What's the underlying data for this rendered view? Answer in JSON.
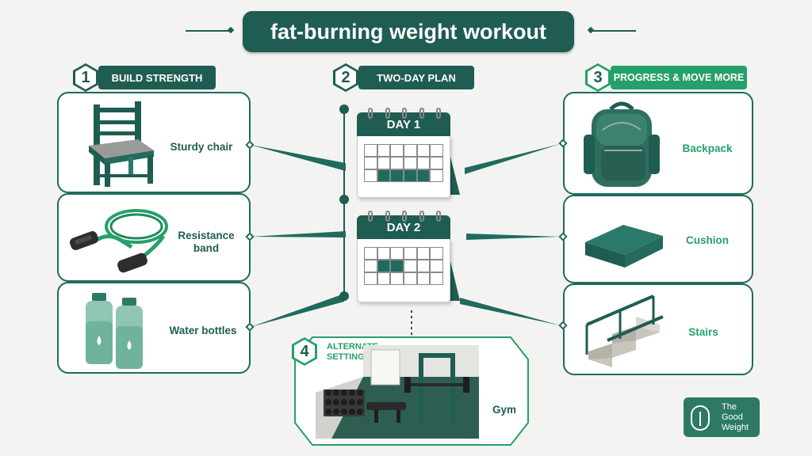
{
  "title": "fat-burning weight workout",
  "sections": [
    {
      "number": "1",
      "label": "BUILD STRENGTH"
    },
    {
      "number": "2",
      "label": "TWO-DAY PLAN"
    },
    {
      "number": "3",
      "label": "PROGRESS & MOVE MORE"
    },
    {
      "number": "4",
      "label": "ALTERNATE SETTING"
    }
  ],
  "build_strength": [
    {
      "label": "Sturdy chair"
    },
    {
      "label": "Resistance band"
    },
    {
      "label": "Water bottles"
    }
  ],
  "progress": [
    {
      "label": "Backpack"
    },
    {
      "label": "Cushion"
    },
    {
      "label": "Stairs"
    }
  ],
  "plan": [
    {
      "label": "DAY 1",
      "highlighted_row": 2,
      "highlighted_cols": [
        1,
        2,
        3,
        4
      ]
    },
    {
      "label": "DAY 2",
      "highlighted_row": 1,
      "highlighted_cols": [
        1,
        2
      ]
    }
  ],
  "alternate": {
    "label_line1": "ALTERNATE",
    "label_line2": "SETTING",
    "item": "Gym"
  },
  "logo": {
    "line1": "The",
    "line2": "Good",
    "line3": "Weight"
  },
  "colors": {
    "dark_green": "#1f5d52",
    "bright_green": "#26a06a",
    "background": "#f3f3f1"
  }
}
